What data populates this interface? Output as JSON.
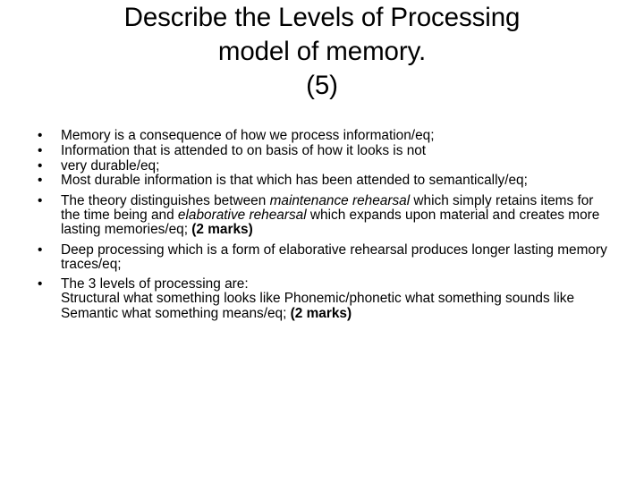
{
  "slide": {
    "background_color": "#ffffff",
    "text_color": "#000000"
  },
  "title": {
    "lines": [
      "Describe the Levels of Processing",
      "model of memory.",
      "(5)"
    ],
    "full_text": "Describe the Levels of Processing model of memory. (5)",
    "marks": "(5)"
  },
  "body": {
    "bullet_marker": "•",
    "bullets": [
      {
        "id": "bullet-1",
        "text": "Memory is a consequence of how we process information/eq;",
        "segments": [
          {
            "style": "normal",
            "text": "Memory is a consequence of how we process information/eq;"
          }
        ]
      },
      {
        "id": "bullet-2",
        "text": "Information that is attended to on basis of how it looks is not",
        "segments": [
          {
            "style": "normal",
            "text": "Information that is attended to on basis of how it looks is not"
          }
        ]
      },
      {
        "id": "bullet-3",
        "text": "very durable/eq;",
        "segments": [
          {
            "style": "normal",
            "text": "very durable/eq;"
          }
        ]
      },
      {
        "id": "bullet-4",
        "text": "Most durable information is that which has been attended to semantically/eq;",
        "segments": [
          {
            "style": "normal",
            "text": "Most durable information is that which has been attended to semantically/eq;"
          }
        ]
      },
      {
        "id": "bullet-5",
        "text": "The theory distinguishes between maintenance rehearsal which simply retains items for the time being and elaborative rehearsal which expands upon material and creates more lasting memories/eq; (2 marks)",
        "segments": [
          {
            "style": "normal",
            "text": "The theory distinguishes between "
          },
          {
            "style": "italic",
            "text": "maintenance rehearsal"
          },
          {
            "style": "normal",
            "text": " which simply retains items for the time being and "
          },
          {
            "style": "italic",
            "text": "elaborative rehearsal"
          },
          {
            "style": "normal",
            "text": " which expands upon material and creates more lasting memories/eq; "
          },
          {
            "style": "bold",
            "text": "(2 marks)"
          }
        ]
      },
      {
        "id": "bullet-6",
        "text": "Deep processing which is a form of elaborative rehearsal produces longer lasting memory traces/eq;",
        "segments": [
          {
            "style": "normal",
            "text": "Deep processing which is a form of elaborative rehearsal produces longer lasting memory traces/eq;"
          }
        ]
      },
      {
        "id": "bullet-7",
        "text": "The 3 levels of processing are: Structural what something looks like Phonemic/phonetic what something sounds like Semantic what something means/eq; (2 marks)",
        "segments": [
          {
            "style": "normal",
            "text": "The 3 levels of processing are:"
          },
          {
            "style": "break",
            "text": ""
          },
          {
            "style": "normal",
            "text": "Structural what something looks like Phonemic/phonetic what something sounds like Semantic what something means/eq; "
          },
          {
            "style": "bold",
            "text": "(2 marks)"
          }
        ]
      }
    ]
  }
}
